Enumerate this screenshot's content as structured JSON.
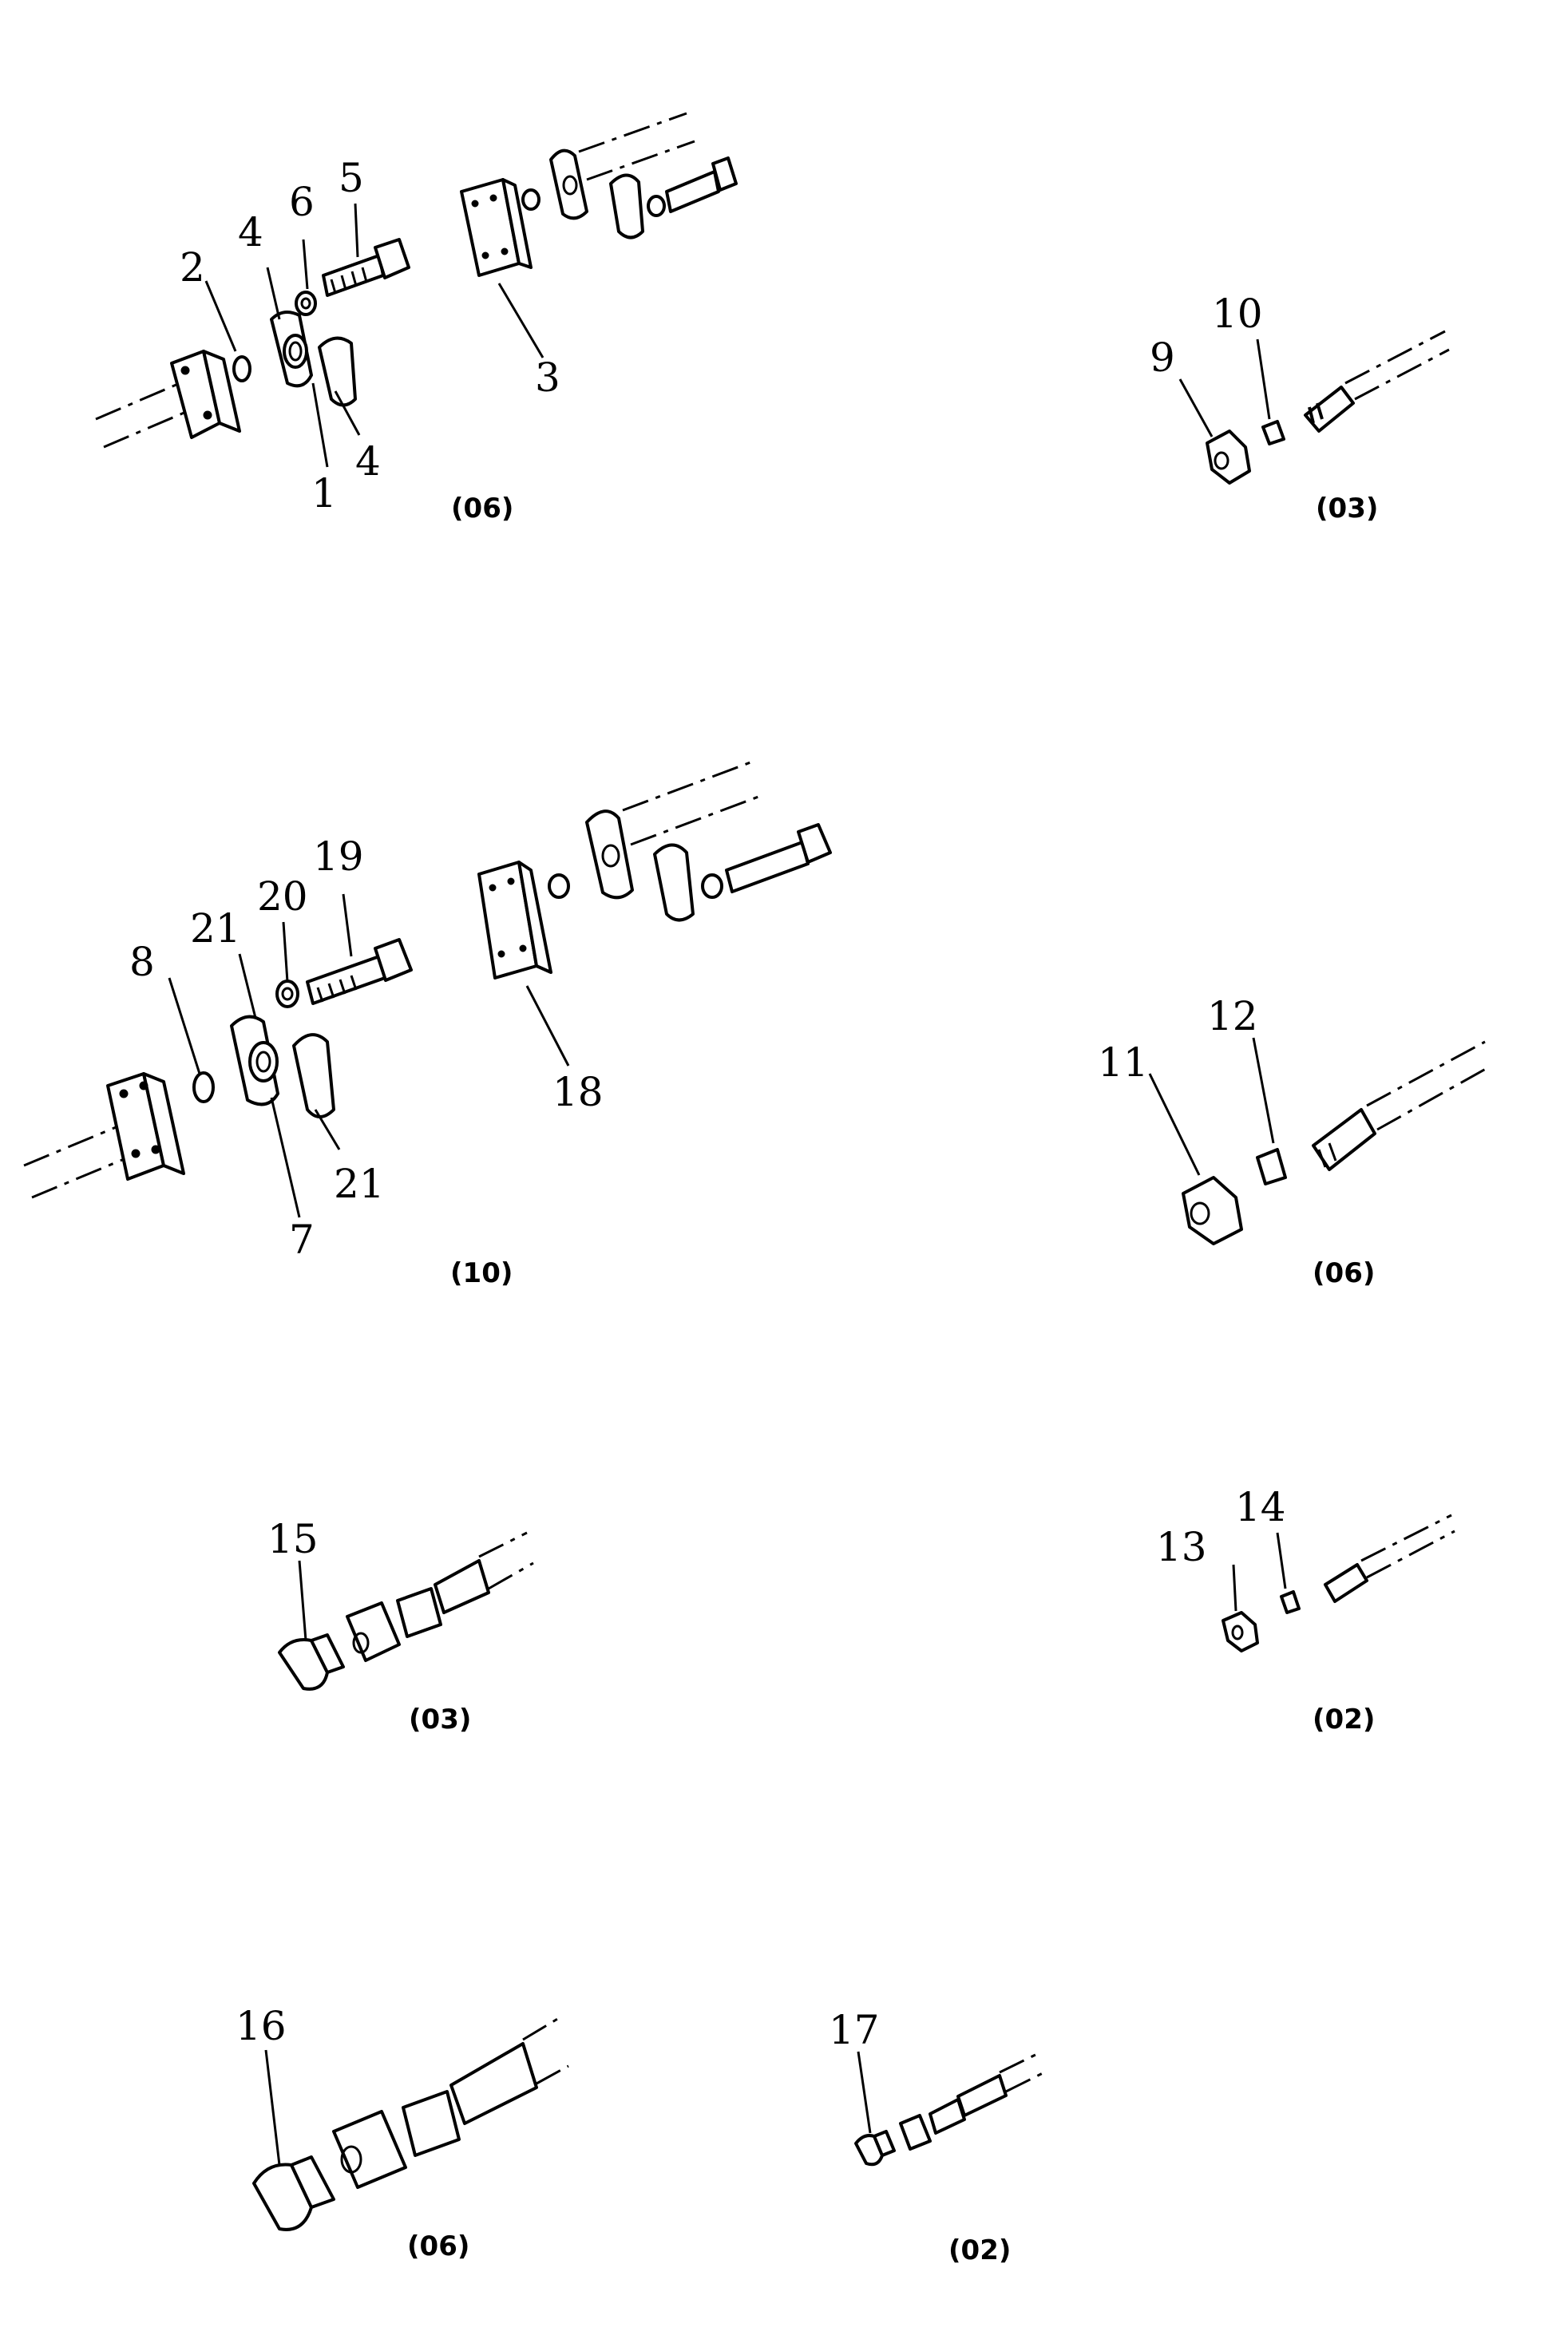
{
  "callouts": {
    "c1": "1",
    "c2": "2",
    "c3": "3",
    "c4a": "4",
    "c4b": "4",
    "c5": "5",
    "c6": "6",
    "c7": "7",
    "c8": "8",
    "c9": "9",
    "c10": "10",
    "c11": "11",
    "c12": "12",
    "c13": "13",
    "c14": "14",
    "c15": "15",
    "c16": "16",
    "c17": "17",
    "c18": "18",
    "c19": "19",
    "c20": "20",
    "c21a": "21",
    "c21b": "21"
  },
  "quantities": {
    "q_flange06": "(06)",
    "q_nut03": "(03)",
    "q_flange10": "(10)",
    "q_nut06": "(06)",
    "q_plug03": "(03)",
    "q_nut02": "(02)",
    "q_plug06": "(06)",
    "q_plug02": "(02)"
  }
}
